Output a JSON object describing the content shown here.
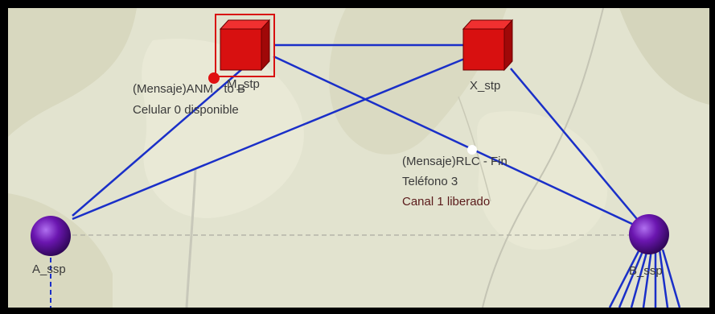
{
  "colors": {
    "map_bg": "#e2e3cf",
    "link": "#1a2fc8",
    "stp_fill": "#d81010",
    "ssp_fill": "#6b16b0",
    "selection": "#d81010",
    "message_red": "#e01010",
    "message_white": "#ffffff",
    "label_text": "#3a3a3a",
    "label_dark": "#5a1a1a"
  },
  "nodes": {
    "m_stp": {
      "label": "M_stp",
      "type": "stp",
      "selected": true
    },
    "x_stp": {
      "label": "X_stp",
      "type": "stp",
      "selected": false
    },
    "a_ssp": {
      "label": "A_ssp",
      "type": "ssp"
    },
    "b_ssp": {
      "label": "B_ssp",
      "type": "ssp"
    }
  },
  "messages": [
    {
      "lines": [
        "(Mensaje)ANM - to B",
        "Celular 0 disponible"
      ],
      "marker": "red-dot"
    },
    {
      "lines": [
        "(Mensaje)RLC - Fin",
        "Teléfono 3",
        "Canal 1 liberado"
      ],
      "marker": "white-dot"
    }
  ],
  "icons": {
    "stp": "red-cube-icon",
    "ssp": "purple-sphere-icon"
  }
}
